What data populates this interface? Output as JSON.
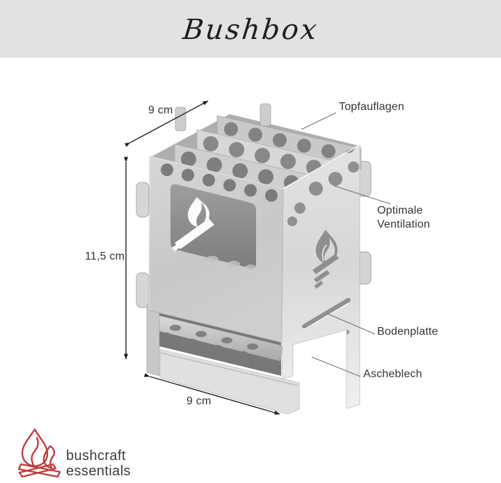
{
  "header": {
    "title": "Bushbox",
    "background": "#e2e2e2"
  },
  "figure": {
    "product": "folding pocket stove illustration",
    "dimensions": {
      "depth": {
        "label": "9 cm"
      },
      "height": {
        "label": "11,5 cm"
      },
      "width": {
        "label": "9 cm"
      }
    },
    "callouts": {
      "pot_supports": {
        "label": "Topfauflagen"
      },
      "ventilation": {
        "label": "Optimale Ventilation"
      },
      "base_plate": {
        "label": "Bodenplatte"
      },
      "ash_pan": {
        "label": "Ascheblech"
      }
    }
  },
  "logo": {
    "line1": "bushcraft",
    "line2": "essentials",
    "icon": "campfire-icon",
    "accent_color": "#c23a38",
    "text_color": "#3b3b3b"
  },
  "colors": {
    "label_text": "#333333",
    "arrow": "#1f1f1f",
    "leader_line": "#6e6e6e",
    "metal_light": "#e9e9e9",
    "metal_mid": "#cccccc",
    "metal_dark": "#8a8a8a"
  }
}
